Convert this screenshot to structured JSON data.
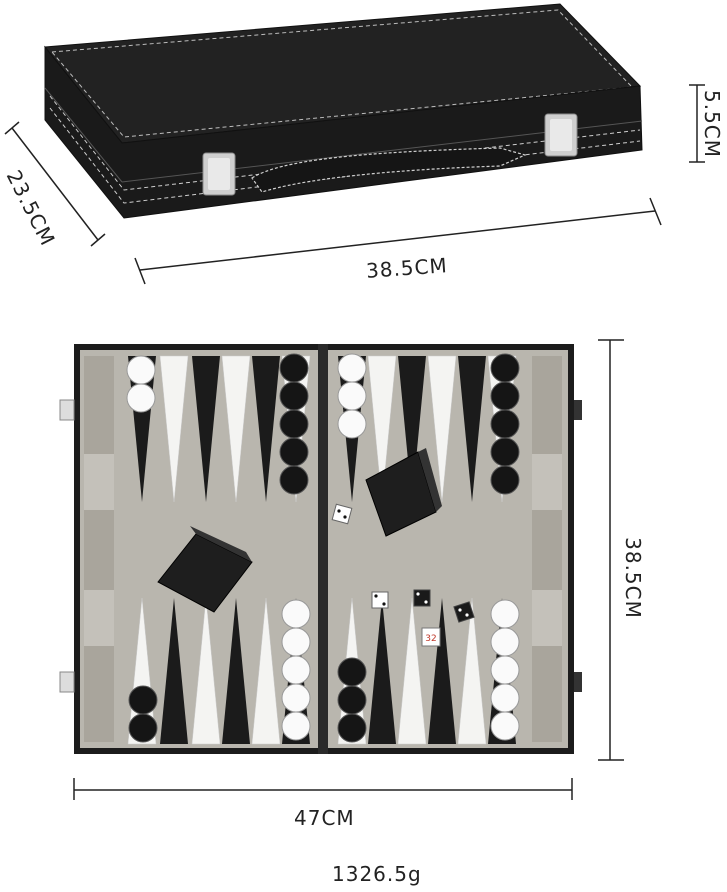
{
  "dimensions": {
    "closed_height": "5.5CM",
    "closed_depth": "23.5CM",
    "closed_width": "38.5CM",
    "open_height": "38.5CM",
    "open_width": "47CM"
  },
  "weight": "1326.5g",
  "dice_number": "32",
  "colors": {
    "case": "#1c1c1c",
    "board_felt": "#b9b6ae",
    "dark_point": "#1b1b1b",
    "light_point": "#f4f4f2",
    "stitching": "#d8d8d8",
    "clasp": "#c8c8c8"
  },
  "icons": [
    "dimension-arrow",
    "clasp-icon",
    "dice-icon",
    "doubling-cube-icon"
  ]
}
